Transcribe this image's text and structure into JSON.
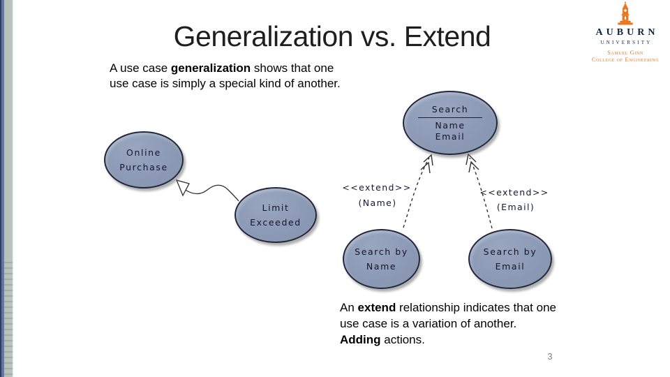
{
  "slide": {
    "title": "Generalization vs. Extend",
    "page_number": "3",
    "para_generalization": {
      "line1_pre": "A use case ",
      "line1_bold": "generalization",
      "line1_post": " shows that one",
      "line2": "use case is simply a special kind of another."
    },
    "para_extend": {
      "line1_pre": "An ",
      "line1_bold": "extend",
      "line1_post": " relationship indicates that one",
      "line2": "use case is a variation of another.",
      "line3_bold": "Adding",
      "line3_post": " actions."
    }
  },
  "logo": {
    "wordmark": "AUBURN",
    "university": "UNIVERSITY",
    "school": "Samuel Ginn",
    "college": "College of Engineering",
    "colors": {
      "navy": "#0c2340",
      "orange": "#e87722"
    }
  },
  "diagram": {
    "colors": {
      "node_fill": "#8c9ab5",
      "node_border": "#23273e",
      "line": "#2e2e2e"
    },
    "nodes": {
      "online_purchase": {
        "line1": "Online",
        "line2": "Purchase"
      },
      "limit_exceeded": {
        "line1": "Limit",
        "line2": "Exceeded"
      },
      "search": {
        "title": "Search",
        "item1": "Name",
        "item2": "Email"
      },
      "search_by_name": {
        "line1": "Search by",
        "line2": "Name"
      },
      "search_by_email": {
        "line1": "Search by",
        "line2": "Email"
      }
    },
    "labels": {
      "extend_name_stereotype": "<<extend>>",
      "extend_name_param": "(Name)",
      "extend_email_stereotype": "<<extend>>",
      "extend_email_param": "(Email)"
    }
  }
}
